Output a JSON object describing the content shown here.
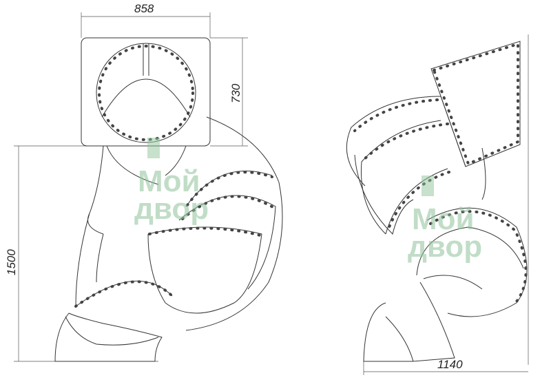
{
  "dimensions": {
    "plate_width": "858",
    "plate_height": "730",
    "total_height": "1500",
    "total_width": "1140"
  },
  "watermark": {
    "line1": "Мой",
    "line2": "двор",
    "color": "#8fc39a"
  }
}
